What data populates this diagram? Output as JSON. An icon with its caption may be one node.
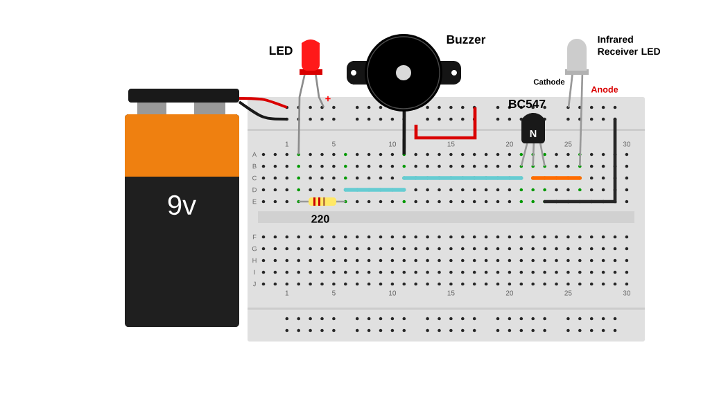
{
  "diagram": {
    "nodes": [
      {
        "text": [
          "9v"
        ]
      },
      {
        "text": [
          "LED"
        ]
      },
      {
        "text": [
          "Buzzer"
        ]
      },
      {
        "text": [
          "BC547",
          "N"
        ]
      },
      {
        "text": [
          "Infrared Receiver LED"
        ]
      },
      {
        "text": [
          "220"
        ]
      }
    ],
    "labels": [
      "Cathode",
      "Anode",
      "+",
      "1",
      "5",
      "10",
      "15",
      "20",
      "25",
      "30",
      "A",
      "B",
      "C",
      "D",
      "E",
      "F",
      "G",
      "H",
      "I",
      "J",
      "1",
      "5",
      "10",
      "15",
      "20",
      "25",
      "30"
    ]
  }
}
